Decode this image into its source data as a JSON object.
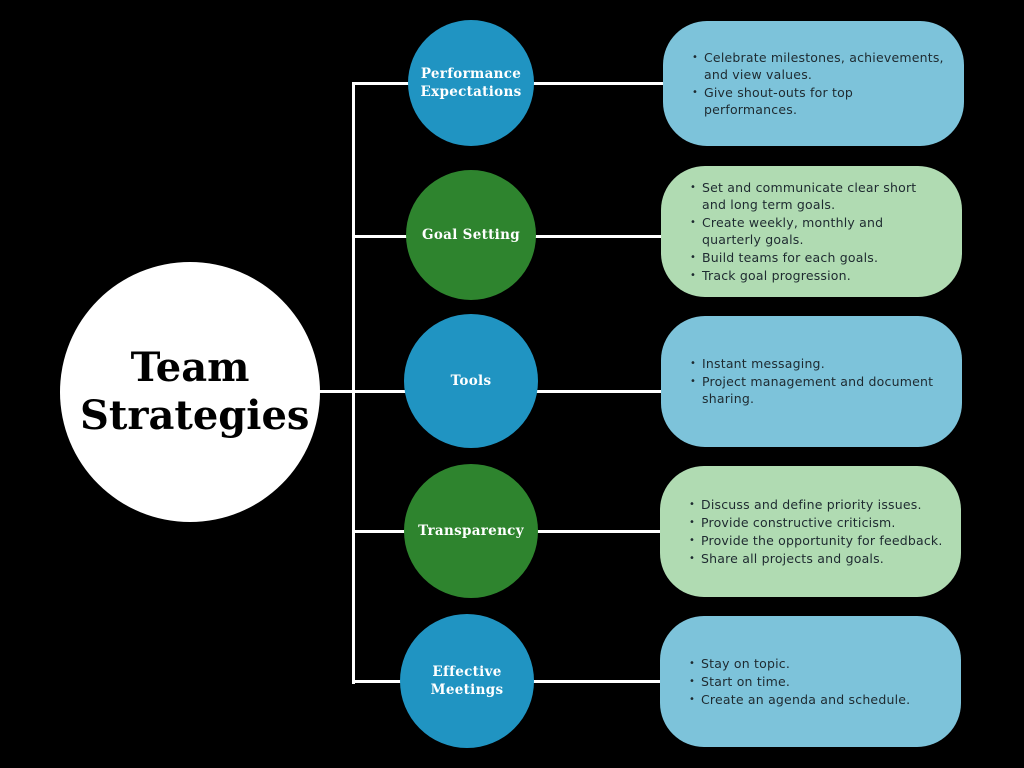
{
  "title": "Team Strategies",
  "colors": {
    "background": "#000000",
    "center": "#ffffff",
    "blue_node": "#2094c2",
    "green_node": "#2e842e",
    "blue_box": "#7dc3da",
    "green_box": "#b0dbb2",
    "connector": "#ffffff"
  },
  "branches": [
    {
      "label": "Performance Expectations",
      "theme": "blue",
      "bullets": [
        "Celebrate milestones, achievements, and view values.",
        "Give shout-outs for top performances."
      ]
    },
    {
      "label": "Goal Setting",
      "theme": "green",
      "bullets": [
        "Set and communicate clear short and long term goals.",
        "Create weekly, monthly and quarterly goals.",
        "Build teams for each goals.",
        "Track goal progression."
      ]
    },
    {
      "label": "Tools",
      "theme": "blue",
      "bullets": [
        "Instant messaging.",
        "Project management and document sharing."
      ]
    },
    {
      "label": "Transparency",
      "theme": "green",
      "bullets": [
        "Discuss and define priority issues.",
        "Provide constructive criticism.",
        "Provide the opportunity for feedback.",
        "Share all projects and goals."
      ]
    },
    {
      "label": "Effective Meetings",
      "theme": "blue",
      "bullets": [
        "Stay on topic.",
        "Start on time.",
        "Create an agenda and schedule."
      ]
    }
  ]
}
